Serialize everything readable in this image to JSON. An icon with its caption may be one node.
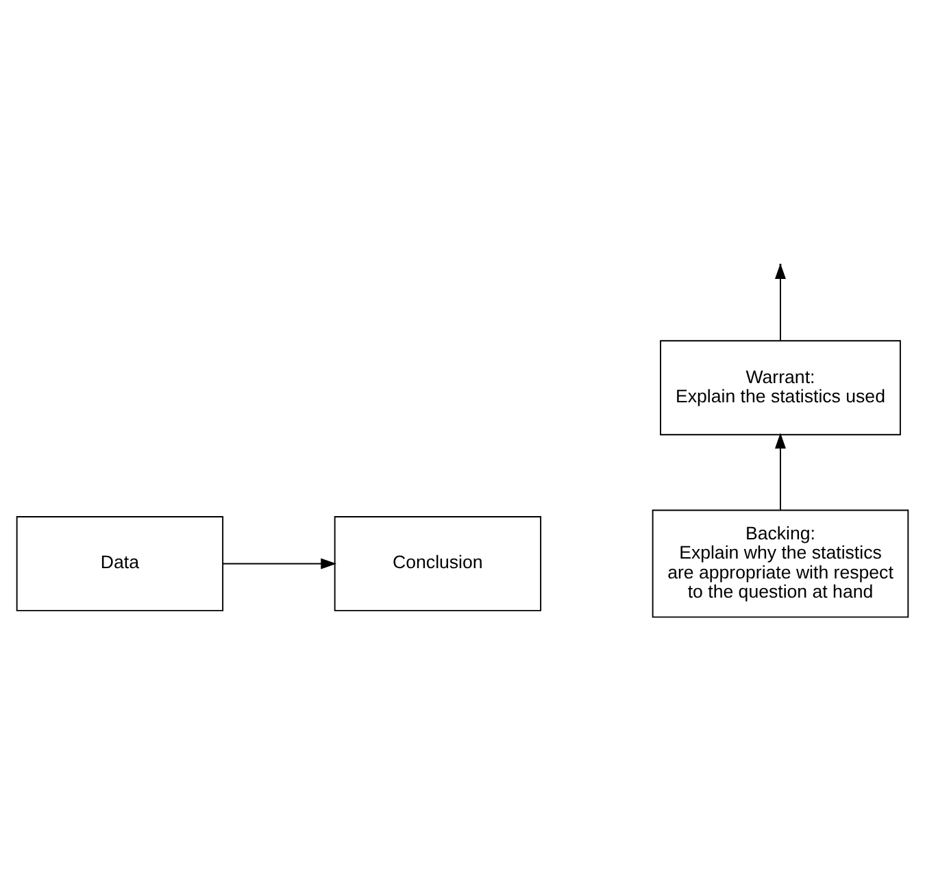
{
  "diagram": {
    "nodes": [
      {
        "text": [
          "Data"
        ]
      },
      {
        "text": [
          "Conclusion"
        ]
      },
      {
        "text": [
          "Warrant:",
          "Explain the statistics used"
        ]
      },
      {
        "text": [
          "Backing:",
          "Explain why the statistics are appropriate with respect to the question at hand"
        ]
      }
    ],
    "edges": [
      {
        "from": 0,
        "to": 1,
        "arrow": "to"
      },
      {
        "from": 2,
        "to": null,
        "arrow": "to"
      },
      {
        "from": 3,
        "to": 2,
        "arrow": "to"
      }
    ]
  }
}
